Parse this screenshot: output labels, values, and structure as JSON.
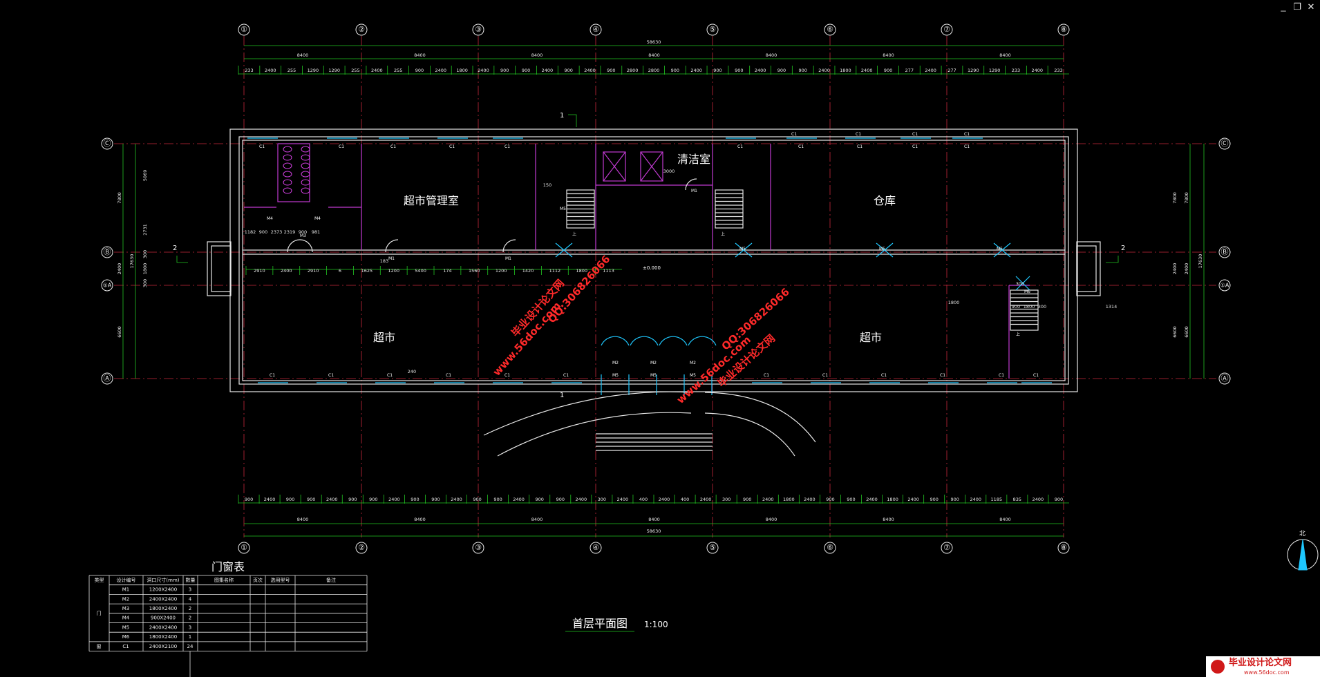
{
  "window": {
    "controls": [
      "_",
      "❐",
      "✕"
    ]
  },
  "grid": {
    "columns": [
      "①",
      "②",
      "③",
      "④",
      "⑤",
      "⑥",
      "⑦",
      "⑧"
    ],
    "rows": [
      "Ⓒ",
      "Ⓑ",
      "①A",
      "Ⓐ"
    ]
  },
  "dimensions": {
    "top_total": "58630",
    "bays": [
      "8400",
      "8400",
      "8400",
      "8400",
      "8400",
      "8400",
      "8400"
    ],
    "top_detail": [
      "233",
      "2400",
      "255",
      "1290",
      "1290",
      "255",
      "2400",
      "255",
      "900",
      "2400",
      "1800",
      "2400",
      "900",
      "900",
      "2400",
      "900",
      "2400",
      "900",
      "2800",
      "2800",
      "900",
      "2400",
      "900",
      "900",
      "2400",
      "900",
      "900",
      "2400",
      "1800",
      "2400",
      "900",
      "277",
      "2400",
      "277",
      "1290",
      "1290",
      "233",
      "2400",
      "233"
    ],
    "bottom_detail": [
      "900",
      "2400",
      "900",
      "900",
      "2400",
      "900",
      "900",
      "2400",
      "900",
      "900",
      "2400",
      "900",
      "900",
      "2400",
      "900",
      "900",
      "2400",
      "300",
      "2400",
      "400",
      "2400",
      "400",
      "2400",
      "300",
      "900",
      "2400",
      "1800",
      "2400",
      "900",
      "900",
      "2400",
      "1800",
      "2400",
      "900",
      "900",
      "2400",
      "1185",
      "835",
      "2400",
      "900"
    ],
    "bottom_total": "58630",
    "left_outer": [
      "7800",
      "2400",
      "6600"
    ],
    "left_inner": [
      "5069",
      "2731",
      "300",
      "1800",
      "300"
    ],
    "left_total": "17630",
    "right_outer": [
      "7800",
      "2400",
      "6600"
    ],
    "right_total": "17630",
    "corridor_dims": [
      "2910",
      "2400",
      "2910",
      "6",
      "1625",
      "1200",
      "5400",
      "174",
      "1560",
      "1200",
      "1420",
      "1112",
      "1800",
      "1113"
    ],
    "toilet_dims": [
      "1182",
      "900",
      "2373",
      "2319",
      "900",
      "981"
    ],
    "misc_dims": [
      "150",
      "183",
      "1800",
      "3000",
      "1314",
      "900",
      "1800",
      "300",
      "240",
      "300"
    ],
    "level": "±0.000"
  },
  "rooms": {
    "management": "超市管理室",
    "cleaning": "清洁室",
    "storage": "仓库",
    "market_left": "超市",
    "market_right": "超市"
  },
  "labels": {
    "c1": "C1",
    "m1": "M1",
    "m2": "M2",
    "m3": "M3",
    "m4": "M4",
    "m5": "M5",
    "m6": "M6",
    "section_mark": "1",
    "section_mark2": "2",
    "stair_up": "上"
  },
  "schedule": {
    "title": "门窗表",
    "headers": [
      "类型",
      "设计编号",
      "洞口尺寸(mm)",
      "数量",
      "图集名称",
      "页次",
      "选用型号",
      "备注"
    ],
    "category_door": "门",
    "category_window": "窗",
    "rows": [
      {
        "code": "M1",
        "size": "1200X2400",
        "qty": "3"
      },
      {
        "code": "M2",
        "size": "2400X2400",
        "qty": "4"
      },
      {
        "code": "M3",
        "size": "1800X2400",
        "qty": "2"
      },
      {
        "code": "M4",
        "size": "900X2400",
        "qty": "2"
      },
      {
        "code": "M5",
        "size": "2400X2400",
        "qty": "3"
      },
      {
        "code": "M6",
        "size": "1800X2400",
        "qty": "1"
      },
      {
        "code": "C1",
        "size": "2400X2100",
        "qty": "24"
      }
    ]
  },
  "drawing": {
    "title": "首层平面图",
    "scale": "1:100",
    "north": "北"
  },
  "watermark": {
    "site_cn": "毕业设计论文网",
    "url": "www.56doc.com",
    "qq": "QQ:306826066",
    "corner_cn": "毕业设计论文网",
    "corner_url": "www.56doc.com"
  }
}
